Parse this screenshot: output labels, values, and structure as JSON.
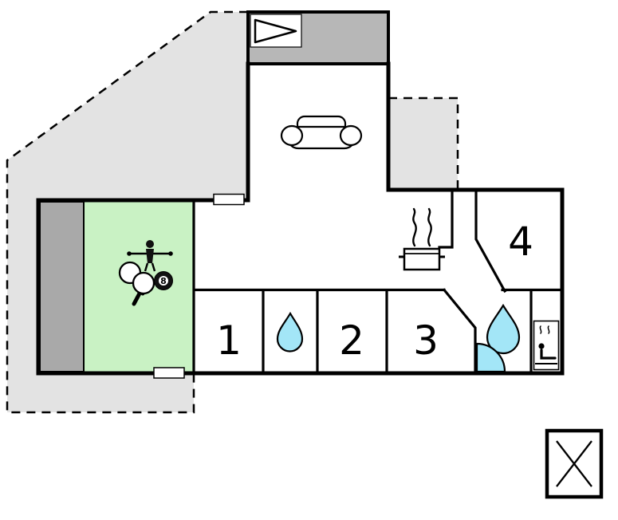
{
  "floorplan": {
    "rooms": [
      {
        "name": "bedroom-1",
        "label": "1"
      },
      {
        "name": "bedroom-2",
        "label": "2"
      },
      {
        "name": "bedroom-3",
        "label": "3"
      },
      {
        "name": "bedroom-4",
        "label": "4"
      }
    ],
    "game_room": {
      "eight_ball_label": "8"
    },
    "colors": {
      "terrace": "#e3e3e3",
      "roof_strip": "#b7b7b7",
      "garage": "#a9a9a9",
      "game_room": "#c9f2c4",
      "water": "#a3e6f7",
      "wall": "#000000",
      "background": "#ffffff"
    },
    "icons": {
      "north_arrow": "triangle-right-flag",
      "sofa": "sofa-top-view",
      "stove": "cooking-pot-with-steam",
      "game_room": "table-tennis-paddles-and-eight-ball",
      "foosball": "foosball-player-on-rod",
      "shower": "water-drop",
      "bathroom": "water-drop",
      "sauna": "person-in-sauna",
      "door": "quarter-circle-door-swing",
      "bottom_right": "crossed-square"
    }
  }
}
